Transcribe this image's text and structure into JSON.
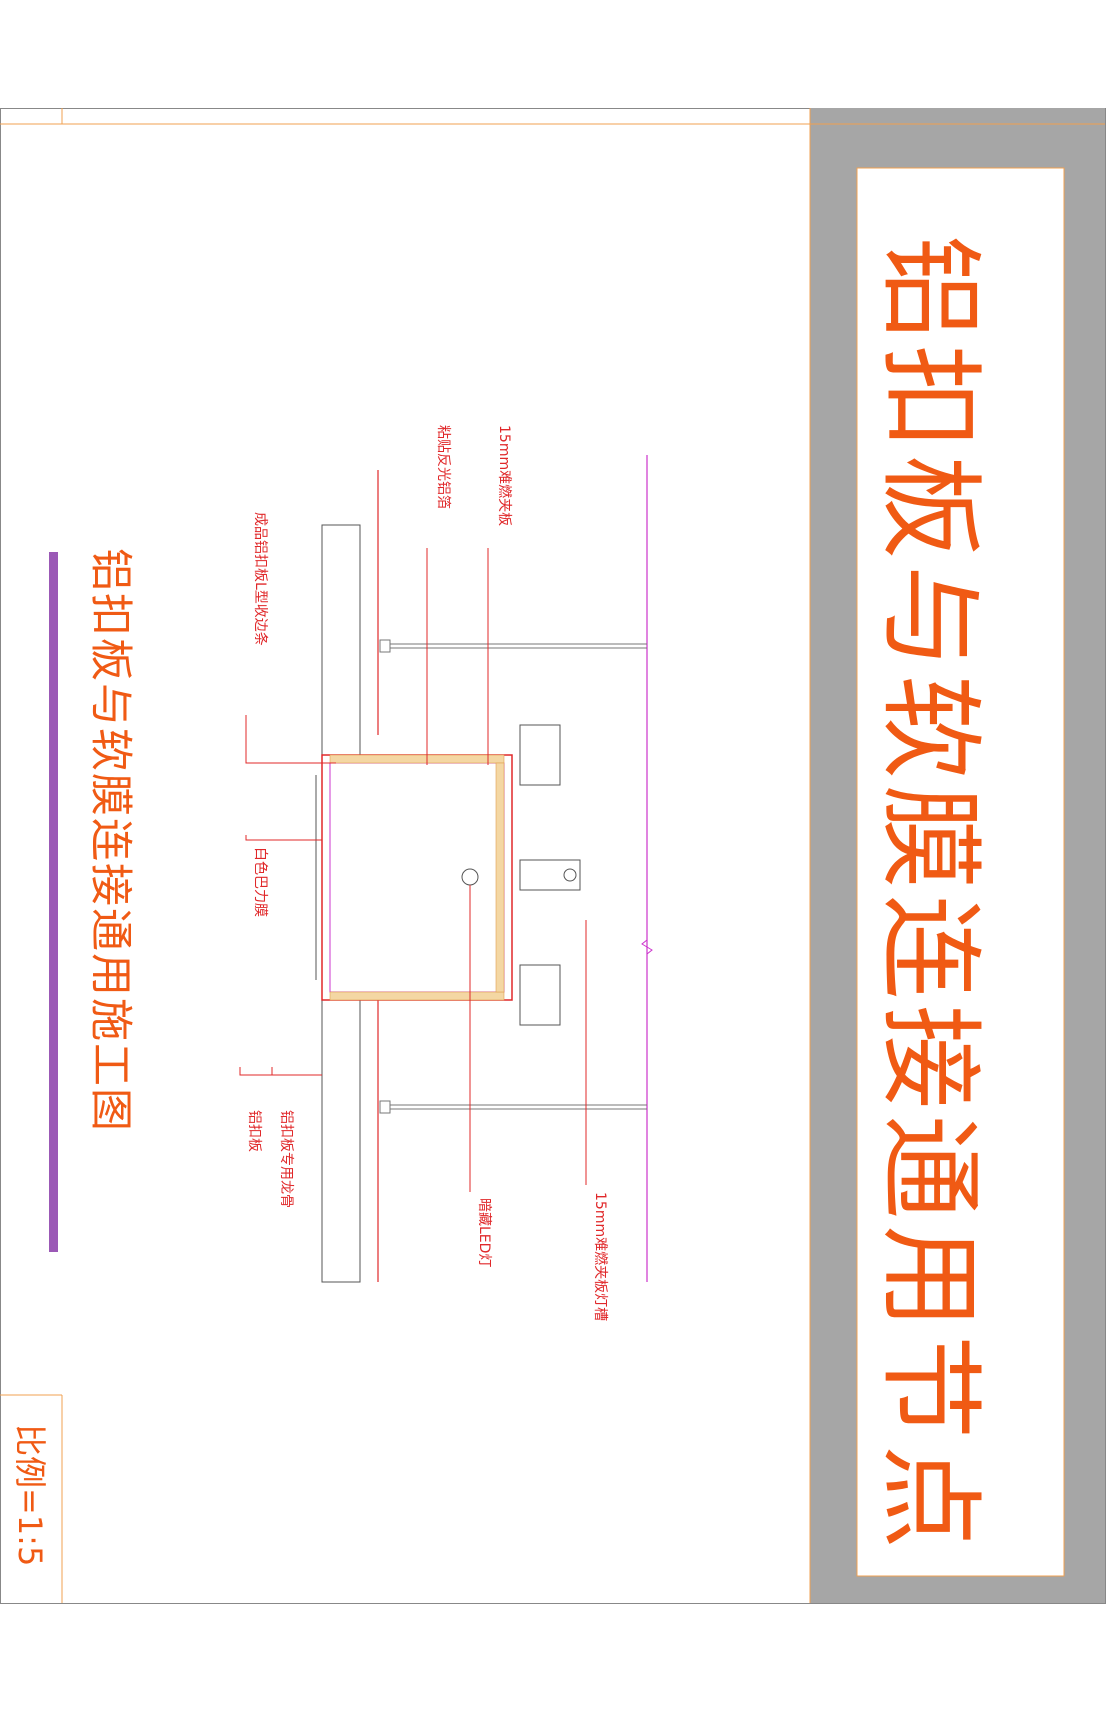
{
  "drawing": {
    "title": "铝扣板与软膜连接通用节点",
    "subtitle": "铝扣板与软膜连接通用施工图",
    "scale": "比例=1:5"
  },
  "labels": {
    "film_15mm_board": "15mm难燃夹板",
    "reflective_foil": "粘贴反光铝箔",
    "l_edge_strip": "成品铝扣板L型收边条",
    "white_film": "白色巴力膜",
    "keel": "铝扣板专用龙骨",
    "aluminum_panel": "铝扣板",
    "hidden_led": "暗藏LED灯",
    "light_trough": "15mm难燃夹板灯槽"
  },
  "colors": {
    "accent": "#f05a14",
    "frame_gray": "#a6a6a6",
    "purple": "#9b59b6",
    "red_line": "#e0282a",
    "magenta_line": "#cc33cc"
  }
}
